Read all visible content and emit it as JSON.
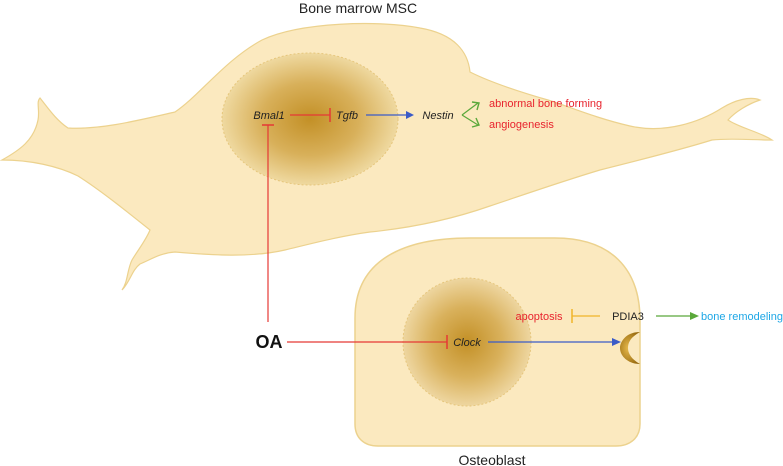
{
  "labels": {
    "msc_title": "Bone marrow MSC",
    "osteoblast_title": "Osteoblast",
    "bmal1": "Bmal1",
    "tgfb": "Tgfb",
    "nestin": "Nestin",
    "abnormal_bone": "abnormal bone forming",
    "angiogenesis": "angiogenesis",
    "oa": "OA",
    "clock": "Clock",
    "apoptosis": "apoptosis",
    "pdia3": "PDIA3",
    "bone_remodeling": "bone remodeling"
  },
  "colors": {
    "cell_fill": "#fbe9bf",
    "cell_stroke": "#ecd28e",
    "nucleus_inner": "#c9982f",
    "nucleus_outer": "#ecd294",
    "inhibit_red": "#e53935",
    "activate_blue": "#3b5bc7",
    "activate_green": "#5aa83a",
    "inhibit_orange": "#f0b429",
    "text_red": "#e8232d",
    "text_blue": "#1ea7e6",
    "text_black": "#222222"
  },
  "icons": {
    "receptor": "crescent-receptor-icon"
  }
}
